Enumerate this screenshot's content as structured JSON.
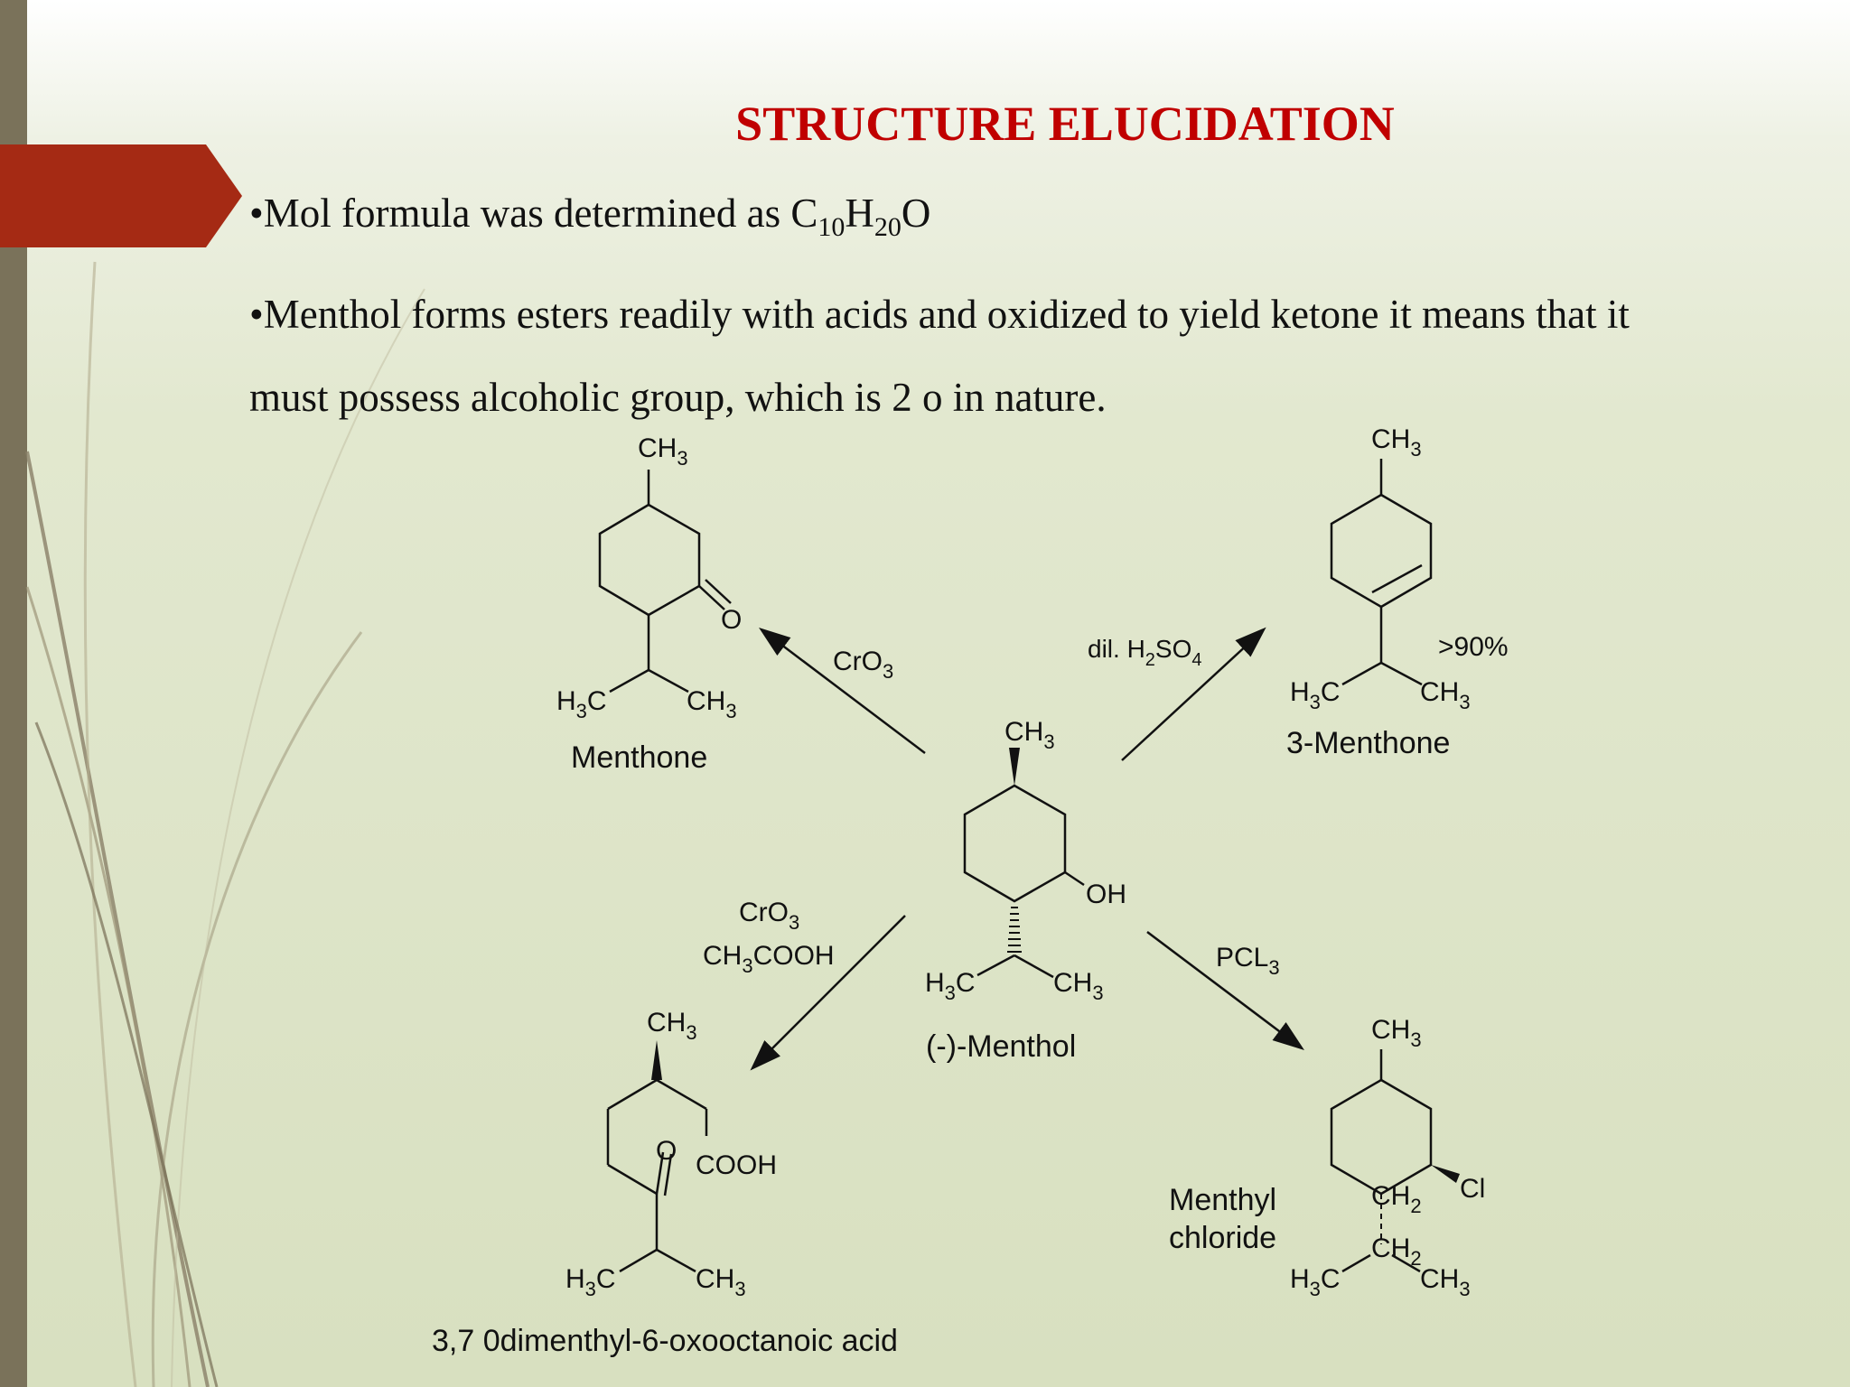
{
  "slide": {
    "title": "STRUCTURE ELUCIDATION",
    "bullets": {
      "b1_text": "•Mol formula was determined as C",
      "b1_sub1": "10",
      "b1_h": "H",
      "b1_sub2": "20",
      "b1_o": "O",
      "b2_line1": "•Menthol forms esters readily with acids and oxidized to yield ketone it means that it",
      "b2_line2": "must possess alcoholic group, which is 2 o in nature."
    }
  },
  "diagram": {
    "center": {
      "name": "(-)-Menthol",
      "ch3": "CH",
      "oh": "OH",
      "h3c": "H",
      "ch3b": "CH"
    },
    "top_left": {
      "name": "Menthone",
      "reagent": "CrO",
      "ch3": "CH",
      "o": "O",
      "h3c": "H",
      "ch3b": "CH"
    },
    "top_right": {
      "name": "3-Menthone",
      "reagent": "dil. H",
      "reagent_mid": "SO",
      "yield": ">90%",
      "ch3": "CH",
      "h3c": "H",
      "ch3b": "CH"
    },
    "bottom_left": {
      "name": "3,7 0dimenthyl-6-oxooctanoic acid",
      "reagent1": "CrO",
      "reagent2_a": "CH",
      "reagent2_b": "COOH",
      "ch3": "CH",
      "cooh": "COOH",
      "o": "O",
      "h3c": "H",
      "ch3b": "CH"
    },
    "bottom_right": {
      "name_line1": "Menthyl",
      "name_line2": "chloride",
      "reagent": "PCL",
      "ch3": "CH",
      "cl": "Cl",
      "ch2a": "CH",
      "ch2b": "CH",
      "h3c": "H",
      "ch3b": "CH"
    },
    "subs": {
      "three": "3",
      "two": "2",
      "four": "4",
      "c": "C"
    }
  },
  "colors": {
    "title": "#c00000",
    "tab": "#a52a14",
    "bar": "#7a725a"
  }
}
